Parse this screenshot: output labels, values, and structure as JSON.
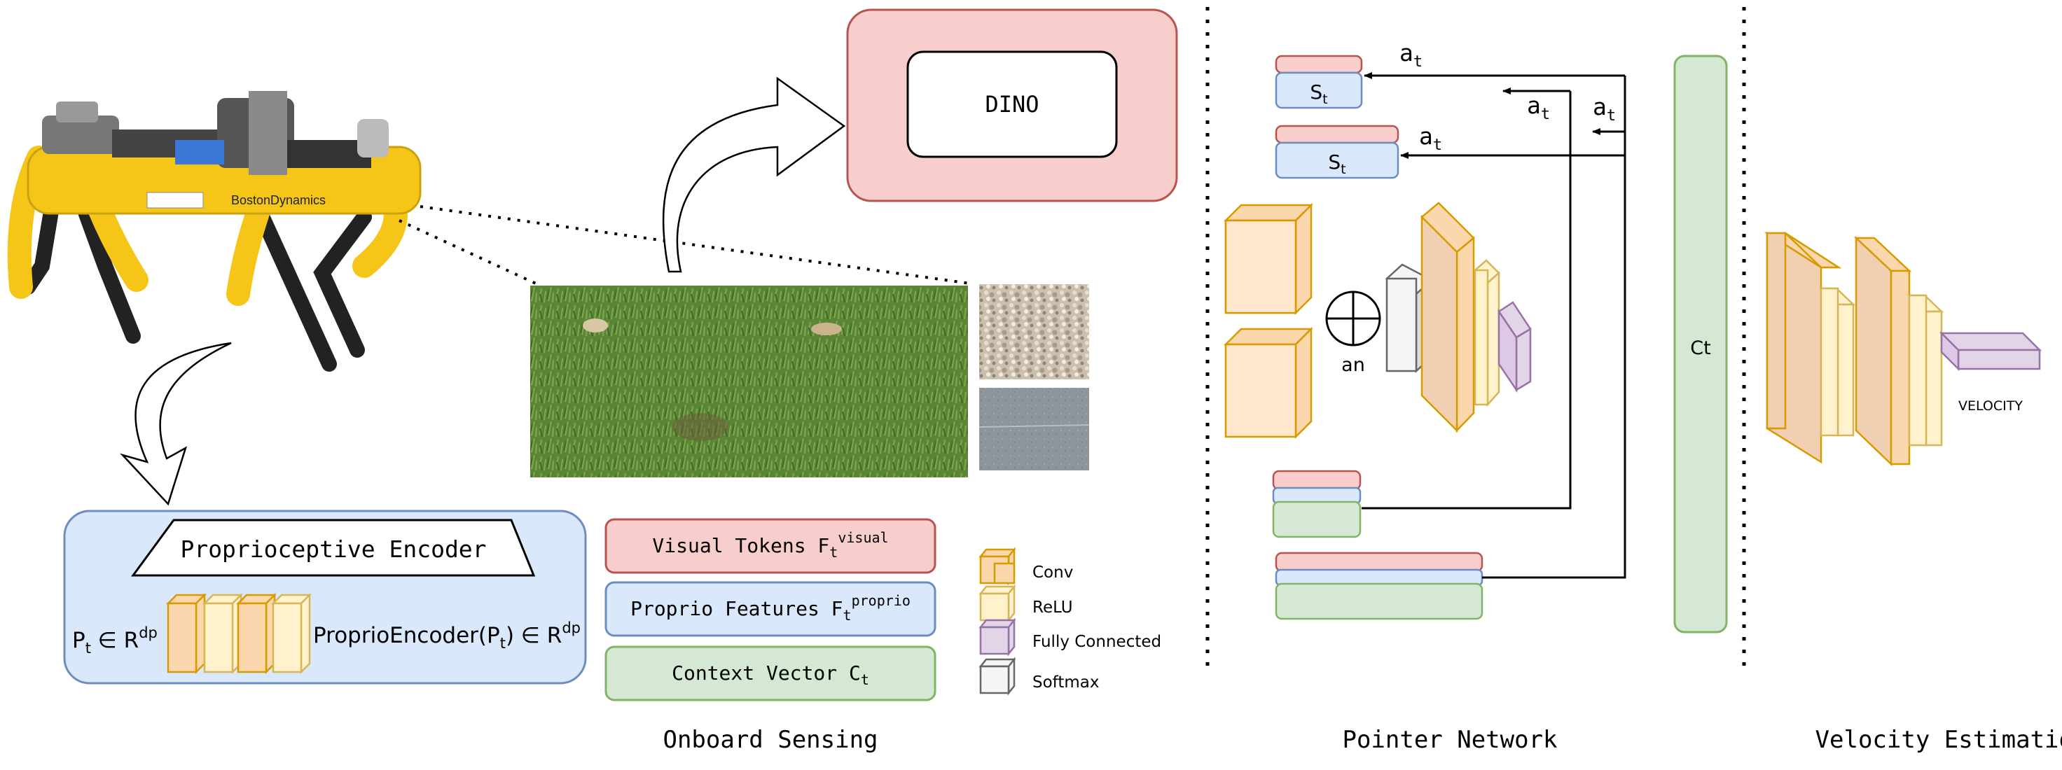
{
  "sections": {
    "onboard": "Onboard Sensing",
    "pointer": "Pointer Network",
    "velocity": "Velocity Estimation"
  },
  "dino": "DINO",
  "encoder": {
    "title": "Proprioceptive Encoder",
    "input_base": "P",
    "input_sub": "t",
    "input_mid": " ∈ R",
    "input_sup": "dp",
    "output_base": "ProprioEncoder(P",
    "output_sub": "t",
    "output_mid": ") ∈ R",
    "output_sup": "dp"
  },
  "features": {
    "visual": {
      "base": "Visual Tokens F",
      "sub": "t",
      "sup": "visual"
    },
    "proprio": {
      "base": "Proprio Features F",
      "sub": "t",
      "sup": "proprio"
    },
    "context": {
      "base": "Context Vector C",
      "sub": "t"
    }
  },
  "legend": {
    "conv": "Conv",
    "relu": "ReLU",
    "fc": "Fully Connected",
    "softmax": "Softmax"
  },
  "pointer": {
    "state1": {
      "base": "S",
      "sub": "t"
    },
    "state2": {
      "base": "S",
      "sub": "t"
    },
    "action1": {
      "base": "a",
      "sub": "t"
    },
    "action2": {
      "base": "a",
      "sub": "t"
    },
    "action3": {
      "base": "a",
      "sub": "t"
    },
    "action4": {
      "base": "a",
      "sub": "t"
    },
    "an_label": "an"
  },
  "context_column": "Ct",
  "velocity_label": "VELOCITY",
  "robot_label": "BostonDynamics",
  "colors": {
    "red_fill": "#f8cecc",
    "red_stroke": "#b85450",
    "blue_fill": "#dae8fc",
    "blue_stroke": "#6c8ebf",
    "green_fill": "#d5e8d4",
    "green_stroke": "#82b366",
    "conv_fill": "#fad7ac",
    "conv_stroke": "#d79b00",
    "relu_fill": "#fff2cc",
    "relu_stroke": "#d6b656",
    "fc_fill": "#e1d5e7",
    "fc_stroke": "#9673a6",
    "softmax_fill": "#f5f5f5",
    "softmax_stroke": "#666666",
    "grass": "#5f8a3a",
    "robot_yellow": "#f5c518"
  }
}
